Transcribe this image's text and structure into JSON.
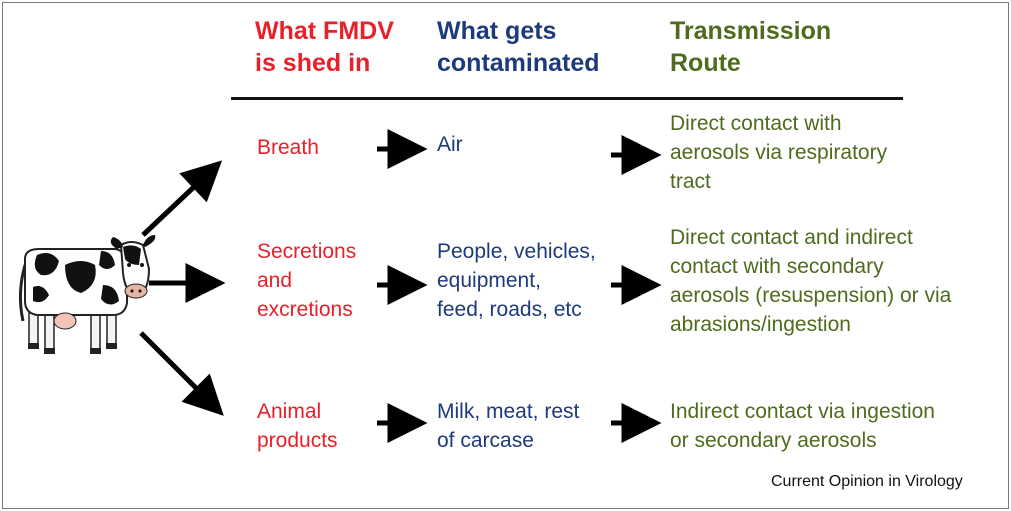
{
  "headers": {
    "shed": [
      "What FMDV",
      "is shed in"
    ],
    "contaminated": [
      "What gets",
      "contaminated"
    ],
    "route": [
      "Transmission",
      "Route"
    ]
  },
  "rows": [
    {
      "shed": [
        "Breath"
      ],
      "contaminated": [
        "Air"
      ],
      "route": [
        "Direct contact with",
        "aerosols via respiratory",
        "tract"
      ]
    },
    {
      "shed": [
        "Secretions",
        "and",
        "excretions"
      ],
      "contaminated": [
        "People, vehicles,",
        "equipment,",
        "feed, roads, etc"
      ],
      "route": [
        "Direct contact and indirect",
        "contact with secondary",
        "aerosols (resuspension) or via",
        "abrasions/ingestion"
      ]
    },
    {
      "shed": [
        "Animal",
        "products"
      ],
      "contaminated": [
        "Milk, meat, rest",
        "of carcase"
      ],
      "route": [
        "Indirect contact via ingestion",
        "or secondary aerosols"
      ]
    }
  ],
  "credit": "Current Opinion in Virology",
  "colors": {
    "shed": "#e8202a",
    "contaminated": "#1d3a7a",
    "route": "#4f6b1e"
  },
  "icons": {
    "animal": "cow-icon",
    "arrow": "arrow-right-icon"
  }
}
